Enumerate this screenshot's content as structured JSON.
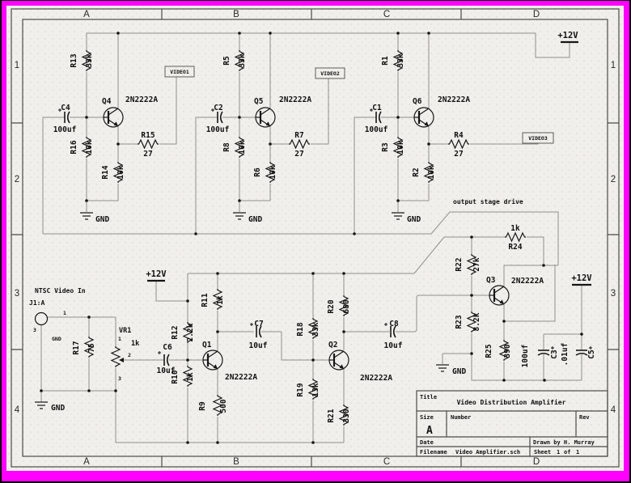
{
  "frame": {
    "cols_top": [
      "A",
      "B",
      "C",
      "D"
    ],
    "cols_bottom": [
      "A",
      "B",
      "C",
      "D"
    ],
    "rows_left": [
      "1",
      "2",
      "3",
      "4"
    ],
    "rows_right": [
      "1",
      "2",
      "3",
      "4"
    ]
  },
  "v12_top": "+12V",
  "note": {
    "drive": "output stage drive"
  },
  "stage1": {
    "r_top": "R13",
    "r_top_v": "33k",
    "cap": "C4",
    "cap_v": "100uf",
    "q": "Q4",
    "q_type": "2N2222A",
    "r_bias": "R16",
    "r_bias_v": "10k",
    "r_em": "R14",
    "r_em_v": "10k",
    "r_out": "R15",
    "r_out_v": "27",
    "net": "VIDEO1",
    "gnd": "GND"
  },
  "stage2": {
    "r_top": "R5",
    "r_top_v": "33k",
    "cap": "C2",
    "cap_v": "100uf",
    "q": "Q5",
    "q_type": "2N2222A",
    "r_bias": "R8",
    "r_bias_v": "10k",
    "r_em": "R6",
    "r_em_v": "10k",
    "r_out": "R7",
    "r_out_v": "27",
    "net": "VIDEO2",
    "gnd": "GND"
  },
  "stage3": {
    "r_top": "R1",
    "r_top_v": "33k",
    "cap": "C1",
    "cap_v": "100uf",
    "q": "Q6",
    "q_type": "2N2222A",
    "r_bias": "R3",
    "r_bias_v": "10k",
    "r_em": "R2",
    "r_em_v": "10k",
    "r_out": "R4",
    "r_out_v": "27",
    "net": "VIDEO3",
    "gnd": "GND"
  },
  "input": {
    "title": "NTSC Video In",
    "connector": "J1:A",
    "pin1": "1",
    "pin3": "3",
    "pin_gnd": "GND",
    "r17": "R17",
    "r17_v": "75",
    "vr1": "VR1",
    "vr1_v": "1k",
    "vr1_p1": "1",
    "vr1_p2": "2",
    "vr1_p3": "3",
    "c6": "C6",
    "c6_v": "10uf",
    "gnd": "GND"
  },
  "amp": {
    "v12": "+12V",
    "r12": "R12",
    "r12_v": "2.2k",
    "r10": "R10",
    "r10_v": "1k",
    "r11": "R11",
    "r11_v": "1k",
    "r9": "R9",
    "r9_v": "500",
    "q1": "Q1",
    "q1_type": "2N2222A",
    "c7": "C7",
    "c7_v": "10uf",
    "r18": "R18",
    "r18_v": "33k",
    "r19": "R19",
    "r19_v": "13k",
    "r20": "R20",
    "r20_v": "680",
    "r21": "R21",
    "r21_v": "330",
    "q2": "Q2",
    "q2_type": "2N2222A",
    "c8": "C8",
    "c8_v": "10uf"
  },
  "driver": {
    "r22": "R22",
    "r22_v": "27k",
    "r24_v": "1k",
    "r24": "R24",
    "q3": "Q3",
    "q3_type": "2N2222A",
    "r23": "R23",
    "r23_v": "8.2k",
    "r25": "R25",
    "r25_v": "390",
    "c3_v": "100uf",
    "c3": "C3",
    "c5_v": ".01uf",
    "c5": "C5",
    "v12": "+12V",
    "gnd": "GND"
  },
  "title_block": {
    "title_label": "Title",
    "title": "Video Distribution Amplifier",
    "size_label": "Size",
    "size": "A",
    "number_label": "Number",
    "rev_label": "Rev",
    "date_label": "Date",
    "drawn": "Drawn by H. Murray",
    "filename_label": "Filename",
    "filename": "Video Amplifier.sch",
    "sheet_label": "Sheet",
    "sheet_no": "1",
    "of_label": "of",
    "sheet_total": "1"
  }
}
